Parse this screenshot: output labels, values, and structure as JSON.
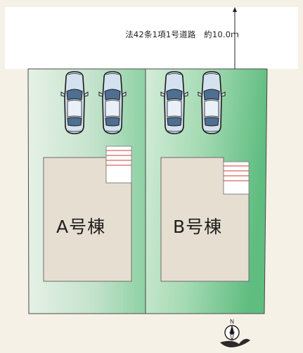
{
  "road": {
    "label": "法42条1項1号道路　約10.0ｍ"
  },
  "lots": [
    {
      "id": "A",
      "label": "A号棟"
    },
    {
      "id": "B",
      "label": "B号棟"
    }
  ],
  "colors": {
    "road": "#ffffff",
    "lot_fill_light": "#e3efe4",
    "lot_fill_dark": "#6cc28a",
    "lot_border": "#4a4a4a",
    "building_fill": "#e7ded2",
    "car_body": "#d4e2ef",
    "car_outline": "#1a1a1a"
  },
  "icons": {
    "north": "north-arrow-icon",
    "car": "car-icon"
  }
}
